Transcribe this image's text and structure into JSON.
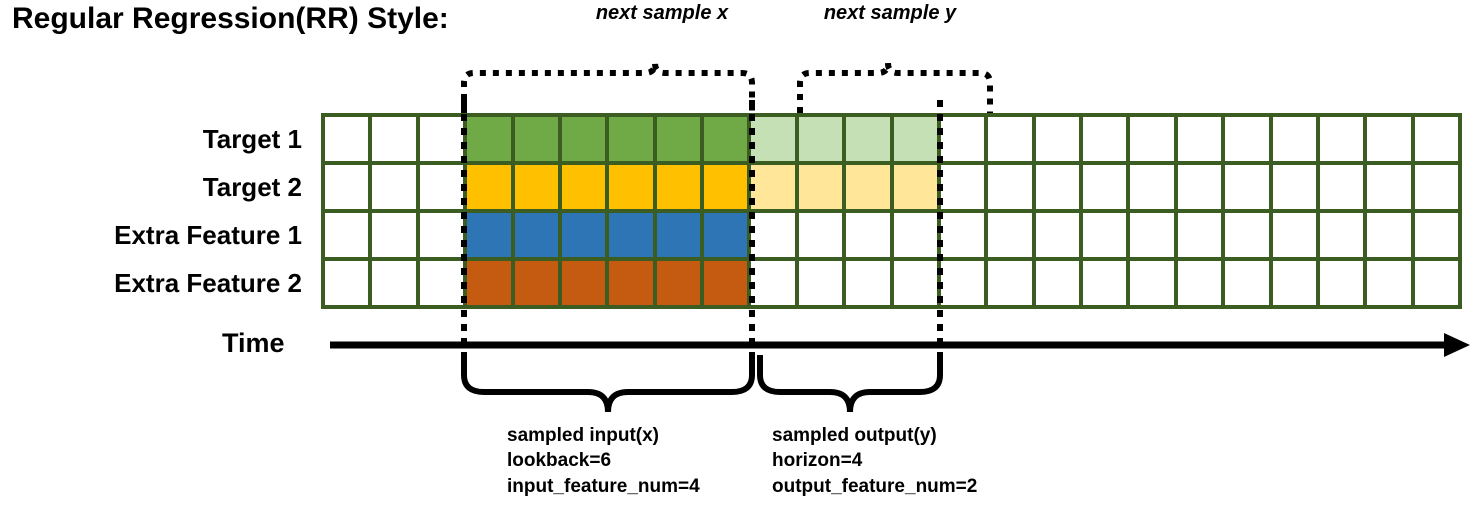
{
  "title": "Regular Regression(RR) Style:",
  "row_labels": [
    "Target 1",
    "Target 2",
    "Extra Feature 1",
    "Extra Feature 2"
  ],
  "axis": {
    "time_label": "Time",
    "arrow_icon": "right-arrow-icon"
  },
  "top_annotations": {
    "next_sample_x": "next sample x",
    "next_sample_y": "next sample y"
  },
  "bottom_annotations": {
    "input": {
      "line1": "sampled input(x)",
      "line2": "lookback=6",
      "line3": "input_feature_num=4"
    },
    "output": {
      "line1": "sampled output(y)",
      "line2": "horizon=4",
      "line3": "output_feature_num=2"
    }
  },
  "colors": {
    "grid_border": "#3B5D21",
    "empty": "#FFFFFF",
    "target1_input": "#6FAA46",
    "target1_output": "#C5E0B4",
    "target2_input": "#FFC000",
    "target2_output": "#FFE699",
    "extra_feature1": "#2E75B6",
    "extra_feature2": "#C55A11",
    "ink": "#000000"
  },
  "grid": {
    "columns": 24,
    "rows": 4,
    "lookback_start_col": 3,
    "lookback_end_col": 8,
    "horizon_start_col": 9,
    "horizon_end_col": 12,
    "cells": [
      [
        "empty",
        "empty",
        "empty",
        "green",
        "green",
        "green",
        "green",
        "green",
        "green",
        "lgreen",
        "lgreen",
        "lgreen",
        "lgreen",
        "empty",
        "empty",
        "empty",
        "empty",
        "empty",
        "empty",
        "empty",
        "empty",
        "empty",
        "empty",
        "empty"
      ],
      [
        "empty",
        "empty",
        "empty",
        "yellow",
        "yellow",
        "yellow",
        "yellow",
        "yellow",
        "yellow",
        "lyellow",
        "lyellow",
        "lyellow",
        "lyellow",
        "empty",
        "empty",
        "empty",
        "empty",
        "empty",
        "empty",
        "empty",
        "empty",
        "empty",
        "empty",
        "empty"
      ],
      [
        "empty",
        "empty",
        "empty",
        "blue",
        "blue",
        "blue",
        "blue",
        "blue",
        "blue",
        "empty",
        "empty",
        "empty",
        "empty",
        "empty",
        "empty",
        "empty",
        "empty",
        "empty",
        "empty",
        "empty",
        "empty",
        "empty",
        "empty",
        "empty"
      ],
      [
        "empty",
        "empty",
        "empty",
        "orange",
        "orange",
        "orange",
        "orange",
        "orange",
        "orange",
        "empty",
        "empty",
        "empty",
        "empty",
        "empty",
        "empty",
        "empty",
        "empty",
        "empty",
        "empty",
        "empty",
        "empty",
        "empty",
        "empty",
        "empty"
      ]
    ]
  }
}
